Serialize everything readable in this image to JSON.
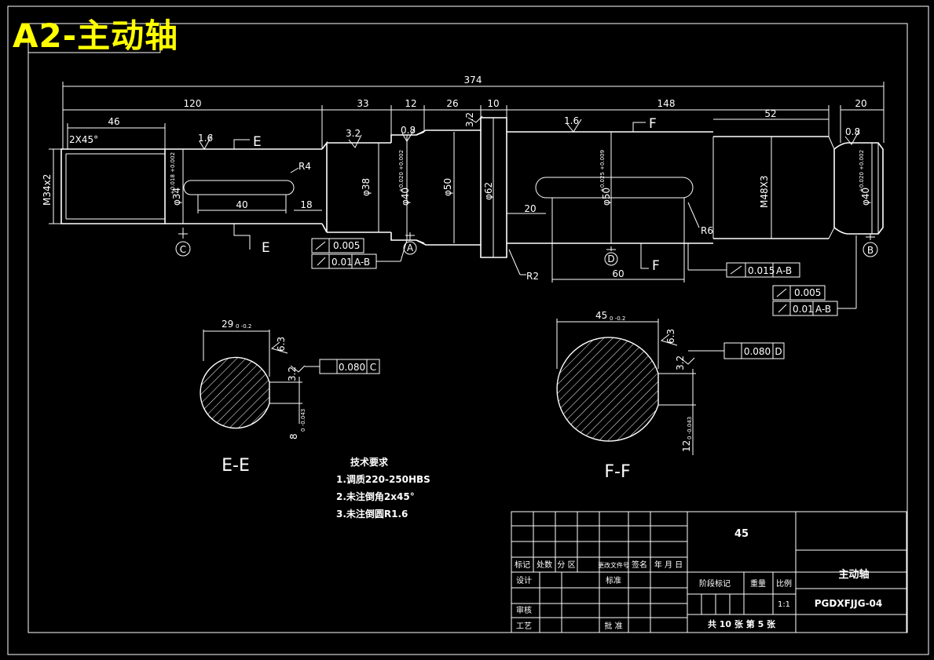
{
  "sheet": {
    "title": "A2-主动轴"
  },
  "dimensions": {
    "overall": "374",
    "d120": "120",
    "d46": "46",
    "d33": "33",
    "d12": "12",
    "d26": "26",
    "d10": "10",
    "d148": "148",
    "d52": "52",
    "d20": "20",
    "chamfer": "2X45°",
    "thread_left": "M34x2",
    "thread_right": "M48X3",
    "dia34": "φ34",
    "dia38": "φ38",
    "dia40": "φ40",
    "dia50": "φ50",
    "dia62": "φ62",
    "dia50_key": "φ50",
    "dia40_right": "φ40",
    "tol_34": "+0.018 +0.002",
    "tol_40": "+0.020 +0.002",
    "tol_50": "+0.025 +0.009",
    "key1_len": "40",
    "key1_off": "18",
    "key2_off": "20",
    "key2_len": "60",
    "r4": "R4",
    "r6": "R6",
    "r2": "R2"
  },
  "roughness": {
    "r16a": "1.6",
    "r32a": "3.2",
    "r08a": "0.8",
    "r32b": "3.2",
    "r16b": "1.6",
    "r08b": "0.8",
    "r63e": "6.3",
    "r32e": "3.2",
    "r63f": "6.3",
    "r32f": "3.2"
  },
  "section_cuts": {
    "e": "E",
    "f": "F"
  },
  "datums": {
    "a": "A",
    "b": "B",
    "c": "C",
    "d": "D"
  },
  "tolerance_frames": {
    "left_flat": "0.005",
    "left_runout": "0.01",
    "left_ref": "A-B",
    "mid_runout": "0.015",
    "mid_ref": "A-B",
    "right_flat": "0.005",
    "right_runout": "0.01",
    "right_ref": "A-B",
    "ee_sym": "0.080",
    "ee_ref": "C",
    "ff_sym": "0.080",
    "ff_ref": "D"
  },
  "sections": {
    "ee_label": "E-E",
    "ee_width": "29",
    "ee_width_tol": "0 -0.2",
    "ee_key": "8",
    "ee_key_tol": "0 -0.043",
    "ff_label": "F-F",
    "ff_width": "45",
    "ff_width_tol": "0 -0.2",
    "ff_key": "12",
    "ff_key_tol": "0 -0.043"
  },
  "tech_notes": {
    "heading": "技术要求",
    "items": [
      "1.调质220-250HBS",
      "2.未注倒角2x45°",
      "3.未注倒圆R1.6"
    ]
  },
  "title_block": {
    "material": "45",
    "part_name": "主动轴",
    "drawing_no": "PGDXFJJG-04",
    "scale_label": "比例",
    "scale": "1:1",
    "stage_label": "阶段标记",
    "weight_label": "重量",
    "row_headers": [
      "标记",
      "处数",
      "分 区",
      "更改文件号",
      "签名",
      "年 月 日"
    ],
    "design": "设计",
    "standardize": "标准",
    "review": "审核",
    "process": "工艺",
    "approve": "批 准",
    "sheets": "共 10 张  第 5 张"
  }
}
